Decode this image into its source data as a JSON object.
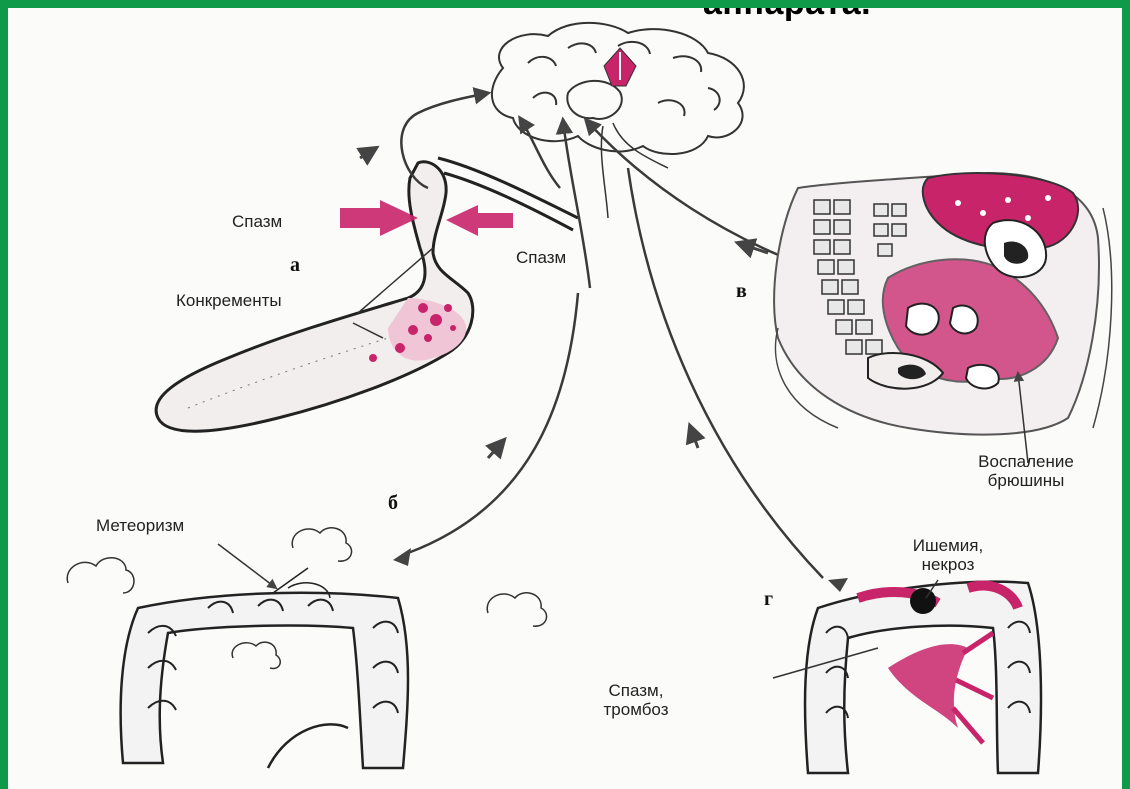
{
  "title": "аппарата.",
  "labels": {
    "spasm_left": "Спазм",
    "spasm_center": "Спазм",
    "concrements": "Конкременты",
    "meteorism": "Метеоризм",
    "ischemia_line1": "Ишемия,",
    "ischemia_line2": "некроз",
    "spasm_thrombosis_line1": "Спазм,",
    "spasm_thrombosis_line2": "тромбоз",
    "peritonitis_line1": "Воспаление",
    "peritonitis_line2": "брюшины"
  },
  "panel_letters": {
    "a": "а",
    "b": "б",
    "v": "в",
    "g": "г"
  },
  "colors": {
    "frame": "#0f9a4a",
    "accent": "#c8246a",
    "ink": "#333333"
  },
  "icons": [
    "brain-icon",
    "gallbladder-icon",
    "intestine-icon",
    "pelvis-section-icon",
    "nerve-arrow-icon"
  ]
}
